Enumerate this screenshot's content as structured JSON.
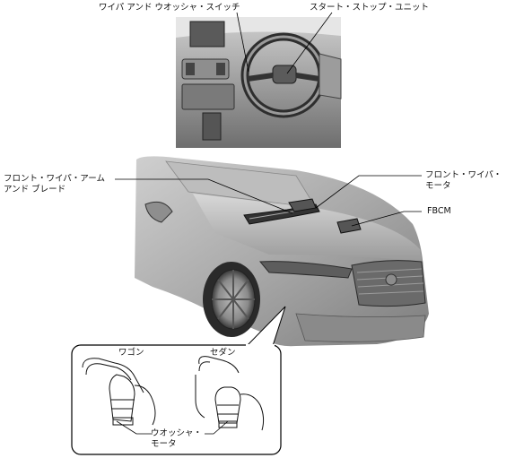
{
  "labels": {
    "wiper_washer_switch": "ワイパ アンド ウオッシャ・スイッチ",
    "start_stop_unit": "スタート・ストップ・ユニット",
    "front_wiper_arm_line1": "フロント・ワイパ・アーム",
    "front_wiper_arm_line2": "アンド ブレード",
    "front_wiper_motor_line1": "フロント・ワイパ・",
    "front_wiper_motor_line2": "モータ",
    "fbcm": "FBCM",
    "wagon": "ワゴン",
    "sedan": "セダン",
    "washer_motor_line1": "ウオッシャ・",
    "washer_motor_line2": "モータ"
  }
}
